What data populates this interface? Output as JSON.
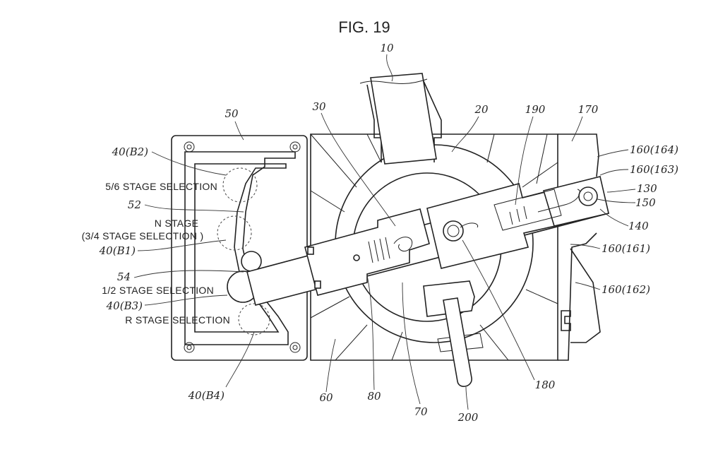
{
  "figure": {
    "title": "FIG. 19",
    "refs": {
      "r10": "10",
      "r20": "20",
      "r30": "30",
      "r50": "50",
      "r60": "60",
      "r70": "70",
      "r80": "80",
      "r130": "130",
      "r140": "140",
      "r150": "150",
      "r170": "170",
      "r180": "180",
      "r190": "190",
      "r200": "200",
      "r52": "52",
      "r54": "54",
      "r40b1": "40(B1)",
      "r40b2": "40(B2)",
      "r40b3": "40(B3)",
      "r40b4": "40(B4)",
      "r160_161": "160(161)",
      "r160_162": "160(162)",
      "r160_163": "160(163)",
      "r160_164": "160(164)"
    },
    "captions": {
      "stage_56": "5/6 STAGE SELECTION",
      "n_stage": "N STAGE",
      "stage_34": "(3/4 STAGE SELECTION )",
      "stage_12": "1/2 STAGE SELECTION",
      "r_stage": "R STAGE SELECTION"
    }
  }
}
